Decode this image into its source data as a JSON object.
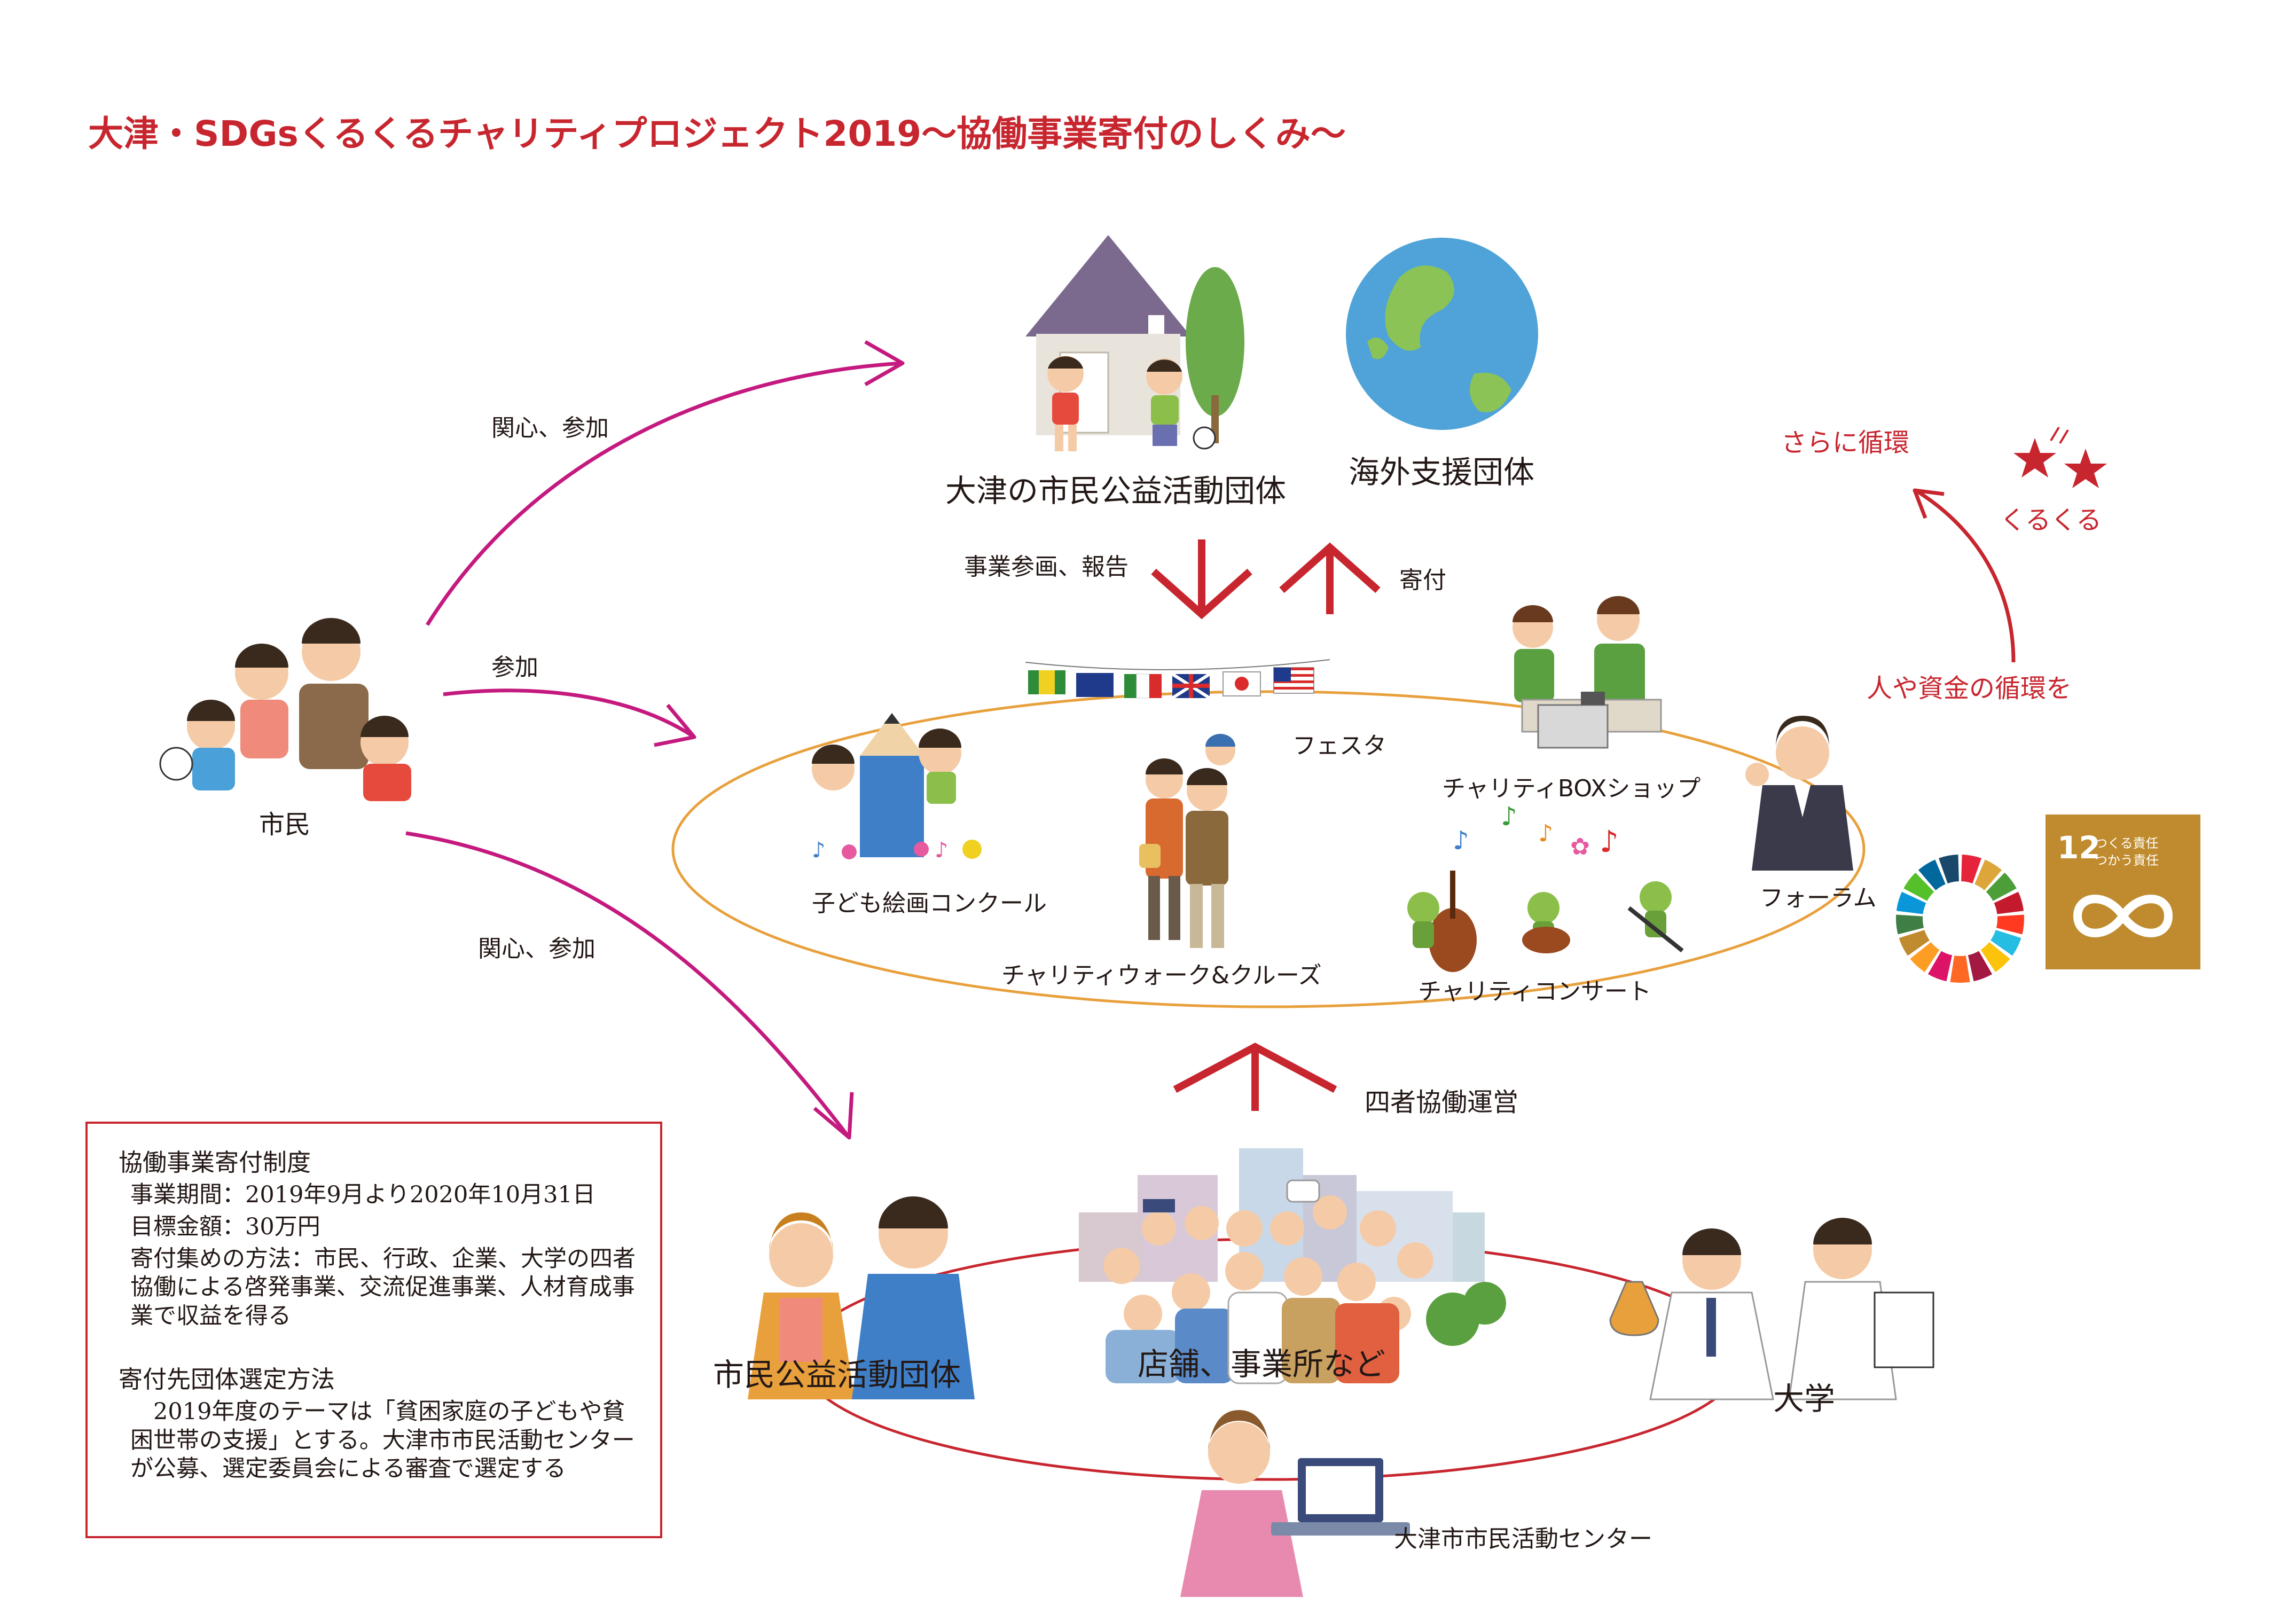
{
  "title": "大津・SDGsくるくるチャリティプロジェクト2019〜協働事業寄付のしくみ〜",
  "top": {
    "org_local": "大津の市民公益活動団体",
    "org_overseas": "海外支援団体"
  },
  "arrows": {
    "interest_participation_top": "関心、参加",
    "participation_middle": "参加",
    "interest_participation_bottom": "関心、参加",
    "project_report": "事業参画、報告",
    "donation": "寄付",
    "four_party": "四者協働運営"
  },
  "citizen": "市民",
  "events": {
    "festa": "フェスタ",
    "charity_box": "チャリティBOXショップ",
    "drawing_contest": "子ども絵画コンクール",
    "walk_cruise": "チャリティウォーク&クルーズ",
    "concert": "チャリティコンサート",
    "forum": "フォーラム"
  },
  "cycle": {
    "further_cycle": "さらに循環",
    "kurukuru": "くるくる",
    "people_funds": "人や資金の循環を"
  },
  "sdg": {
    "number": "12",
    "line1": "つくる責任",
    "line2": "つかう責任",
    "wheel_colors": [
      "#e5243b",
      "#dda63a",
      "#4c9f38",
      "#c5192d",
      "#ff3a21",
      "#26bde2",
      "#fcc30b",
      "#a21942",
      "#fd6925",
      "#dd1367",
      "#fd9d24",
      "#bf8b2e",
      "#3f7e44",
      "#0a97d9",
      "#56c02b",
      "#00689d",
      "#19486a"
    ]
  },
  "bottom": {
    "civic_groups": "市民公益活動団体",
    "shops": "店舗、事業所など",
    "university": "大学",
    "center": "大津市市民活動センター"
  },
  "info": {
    "heading1": "協働事業寄付制度",
    "period": "事業期間：2019年9月より2020年10月31日",
    "target": "目標金額：30万円",
    "method": "寄付集めの方法：市民、行政、企業、大学の四者協働による啓発事業、交流促進事業、人材育成事業で収益を得る",
    "heading2": "寄付先団体選定方法",
    "selection": "2019年度のテーマは「貧困家庭の子どもや貧困世帯の支援」とする。大津市市民活動センターが公募、選定委員会による審査で選定する"
  },
  "colors": {
    "title_red": "#c8262f",
    "arrow_magenta": "#c41a7f",
    "ellipse_orange": "#e8a03c",
    "ellipse_red": "#c8262f",
    "sdg12_gold": "#bf8b2e"
  },
  "icons": [
    "house-icon",
    "tree-icon",
    "globe-icon",
    "family-icon",
    "flags-icon",
    "pencil-icon",
    "cash-register-icon",
    "businesswoman-icon",
    "violin-icon",
    "music-notes-icon",
    "town-crowd-icon",
    "scientist-icon",
    "laptop-worker-icon",
    "star-icon",
    "sdg-wheel-icon",
    "infinity-icon"
  ]
}
